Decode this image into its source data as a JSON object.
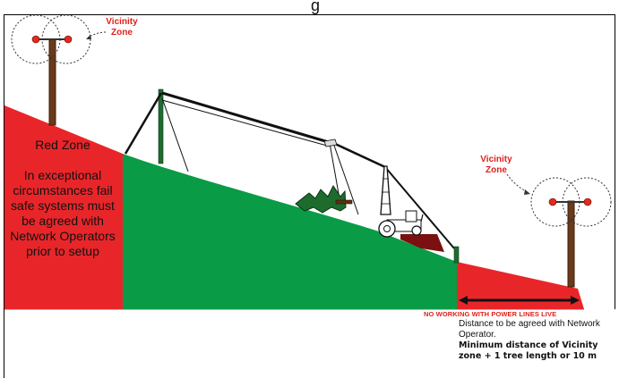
{
  "title": {
    "text": "g"
  },
  "labels": {
    "vicinity_zone_left": "Vicinity\nZone",
    "vicinity_zone_right": "Vicinity\nZone",
    "red_zone_title": "Red Zone",
    "red_zone_body": "In exceptional circumstances fail safe systems must be agreed with Network Operators prior to setup",
    "no_working": "NO WORKING WITH POWER LINES LIVE",
    "distance_note": "Distance to be agreed with Network Operator.",
    "distance_minimum": "Minimum distance of Vicinity zone + 1 tree length or 10 m"
  },
  "colors": {
    "red_zone": "#e8262a",
    "green_slope": "#0a9b47",
    "pole": "#6b3a1a",
    "insulator": "#e02c1e",
    "dark_mast": "#1f6b33",
    "ground_dark": "#7a1010"
  }
}
